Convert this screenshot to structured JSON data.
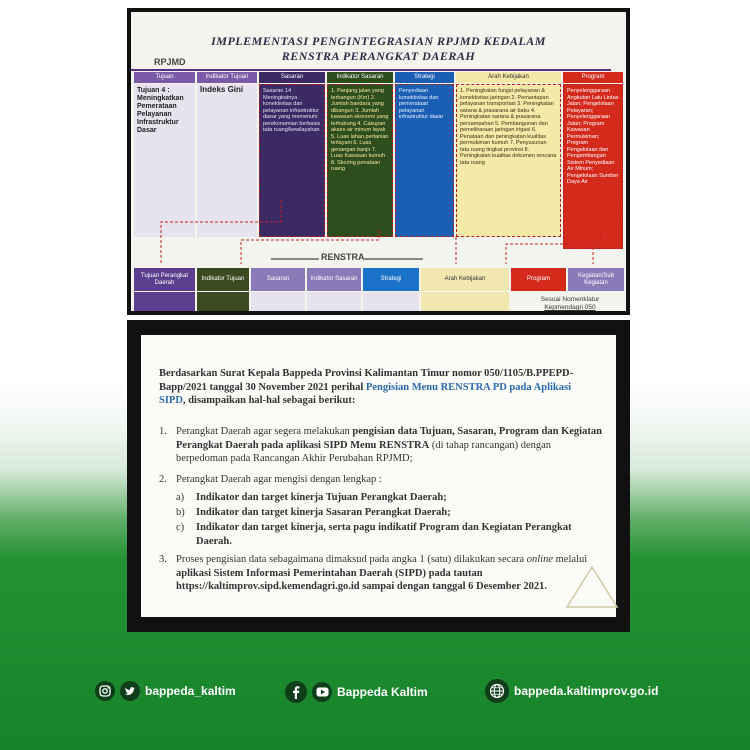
{
  "top_slide": {
    "title_line1": "IMPLEMENTASI PENGINTEGRASIAN RPJMD KEDALAM",
    "title_line2": "RENSTRA PERANGKAT DAERAH",
    "rpjmd_label": "RPJMD",
    "renstra_label": "RENSTRA",
    "columns": [
      {
        "head": "Tujuan",
        "color": "#7a5aa6",
        "body": "Tujuan 4 : Meningkatkan Pemerataan Pelayanan Infrastruktur Dasar"
      },
      {
        "head": "Indikator Tujuan",
        "color": "#7a5aa6",
        "body": "Indeks Gini"
      },
      {
        "head": "Sasaran",
        "color": "#3b2a63",
        "body": "Sasaran 14 Meningkatnya konektivitas dan pelayanan infrastruktur dasar yang memenuhi perekonomian berbasis tata ruang/kewilayahan"
      },
      {
        "head": "Indikator Sasaran",
        "color": "#2f4e1e",
        "body": "1. Panjang jalan yang terbangun (Km) 2. Jumlah bandara yang dibangun 3. Jumlah kawasan ekonomi yang terhubung 4. Cakupan akses air minum layak 5. Luas lahan pertanian terlayani 6. Luas genangan banjir 7. Luas Kawasan kumuh 8. Skoring penataan ruang"
      },
      {
        "head": "Strategi",
        "color": "#1a5fb4",
        "body": "Penyediaan konektivitas dan pemerataan pelayanan infrastruktur dasar"
      },
      {
        "head": "Arah Kebijakan",
        "color": "#f5e9a8",
        "body": "1. Peningkatan fungsi pelayanan & konektivitas jaringan 2. Pemantapan pelayanan transportasi 3. Peningkatan sarana & prasarana air baku 4. Peningkatan sarana & prasarana persampahan 5. Pembangunan dan pemeliharaan jaringan irigasi 6. Penataan dan peningkatan kualitas permukiman kumuh 7. Penyusunan tata ruang tingkat provinsi 8. Peningkatan kualitas dokumen rencana tata ruang"
      },
      {
        "head": "Program",
        "color": "#d42a1c",
        "body": "Penyelenggaraan Angkutan Lalu Lintas Jalan; Pengelolaan Pelayaran; Penyelenggaraan Jalan; Program Kawasan Permukiman; Program Pengelolaan dan Pengembangan Sistem Penyediaan Air Minum; Pengelolaan Sumber Daya Air"
      }
    ],
    "renstra_cells": [
      {
        "label": "Tujuan Perangkat Daerah",
        "color": "#5b3f8e"
      },
      {
        "label": "Indikator Tujuan",
        "color": "#3b4a20"
      },
      {
        "label": "Sasaran",
        "color": "#8a7ab8"
      },
      {
        "label": "Indikator Sasaran",
        "color": "#8a7ab8"
      },
      {
        "label": "Strategi",
        "color": "#1a73c8"
      },
      {
        "label": "Arah Kebijakan",
        "color": "#f3e7b0"
      },
      {
        "label": "Program",
        "color": "#d42a1c"
      },
      {
        "label": "Kegiatan/Sub Kegiatan",
        "color": "#8a7ab8"
      }
    ],
    "note_line1": "Sesuai Nomenklatur",
    "note_line2": "Kepmendagri 050"
  },
  "doc": {
    "intro_a": "Berdasarkan Surat Kepala Bappeda Provinsi Kalimantan Timur nomor 050/1105/B.PPEPD-Bapp/2021 tanggal 30 November 2021 perihal ",
    "intro_link": "Pengisian Menu RENSTRA PD pada Aplikasi SIPD",
    "intro_b": ", disampaikan hal-hal sebagai berikut:",
    "item1_num": "1.",
    "item1_a": "Perangkat Daerah agar segera melakukan ",
    "item1_bold": "pengisian data Tujuan, Sasaran, Program dan Kegiatan Perangkat Daerah pada aplikasi SIPD Menu RENSTRA",
    "item1_b": " (di tahap rancangan) dengan berpedoman pada Rancangan Akhir Perubahan RPJMD;",
    "item2_num": "2.",
    "item2": "Perangkat Daerah agar mengisi dengan lengkap :",
    "sub_a_l": "a)",
    "sub_a": "Indikator dan target kinerja Tujuan Perangkat Daerah;",
    "sub_b_l": "b)",
    "sub_b": "Indikator dan target kinerja Sasaran Perangkat Daerah;",
    "sub_c_l": "c)",
    "sub_c": "Indikator dan target kinerja, serta pagu indikatif Program dan Kegiatan Perangkat Daerah.",
    "item3_num": "3.",
    "item3_a": "Proses pengisian data sebagaimana dimaksud pada angka 1 (satu) dilakukan secara ",
    "item3_online": "online",
    "item3_b": " melalui ",
    "item3_bold": "aplikasi Sistem Informasi Pemerintahan Daerah (SIPD) pada tautan https://kaltimprov.sipd.kemendagri.go.id sampai dengan tanggal 6 Desember 2021."
  },
  "footer": {
    "instagram_icon": "instagram-icon",
    "twitter_icon": "twitter-icon",
    "handle": "bappeda_kaltim",
    "facebook_icon": "facebook-icon",
    "youtube_icon": "youtube-icon",
    "channel": "Bappeda Kaltim",
    "globe_icon": "globe-icon",
    "website": "bappeda.kaltimprov.go.id"
  }
}
